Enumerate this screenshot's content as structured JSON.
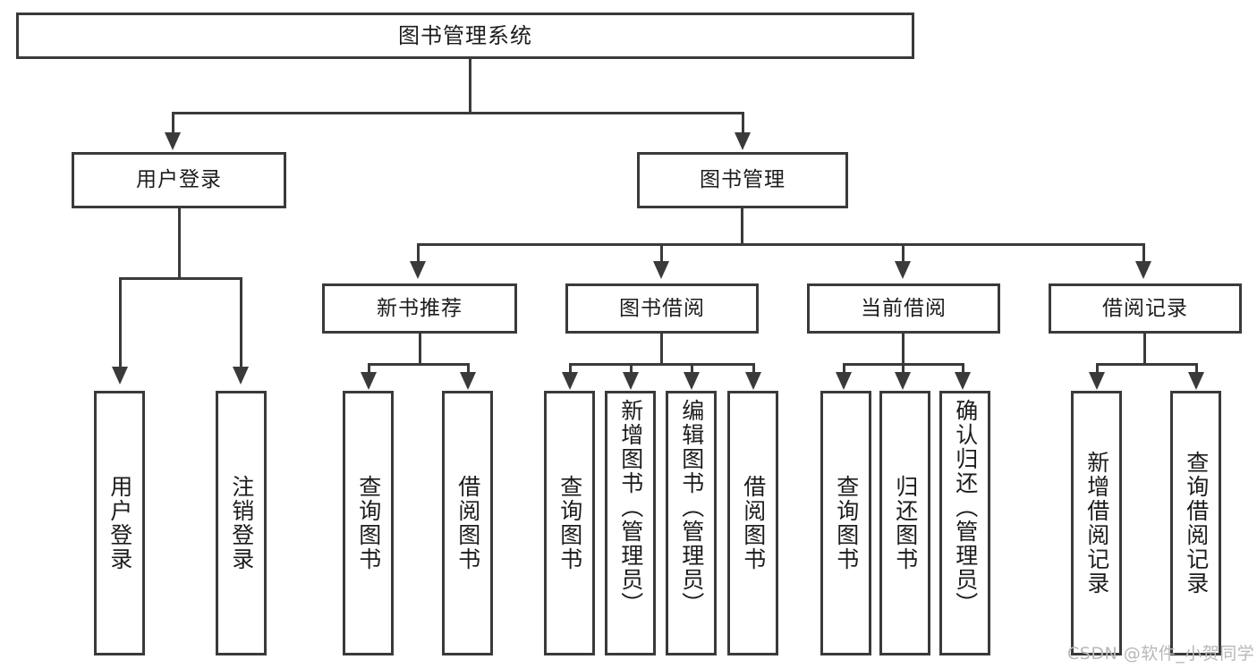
{
  "diagram": {
    "title": "图书管理系统",
    "root": {
      "label": "图书管理系统"
    },
    "level2": [
      {
        "label": "用户登录"
      },
      {
        "label": "图书管理"
      }
    ],
    "level3": [
      {
        "label": "新书推荐"
      },
      {
        "label": "图书借阅"
      },
      {
        "label": "当前借阅"
      },
      {
        "label": "借阅记录"
      }
    ],
    "leaves": [
      {
        "label": "用户登录"
      },
      {
        "label": "注销登录"
      },
      {
        "label": "查询图书"
      },
      {
        "label": "借阅图书"
      },
      {
        "label": "查询图书"
      },
      {
        "label": "新增图书（管理员）"
      },
      {
        "label": "编辑图书（管理员）"
      },
      {
        "label": "借阅图书"
      },
      {
        "label": "查询图书"
      },
      {
        "label": "归还图书"
      },
      {
        "label": "确认归还（管理员）"
      },
      {
        "label": "新增借阅记录"
      },
      {
        "label": "查询借阅记录"
      }
    ],
    "watermark": "CSDN @软件_小贺同学",
    "colors": {
      "stroke": "#3a3a3a",
      "fill": "#ffffff",
      "text": "#1c1c1c",
      "watermark": "#b8b8b8"
    }
  }
}
